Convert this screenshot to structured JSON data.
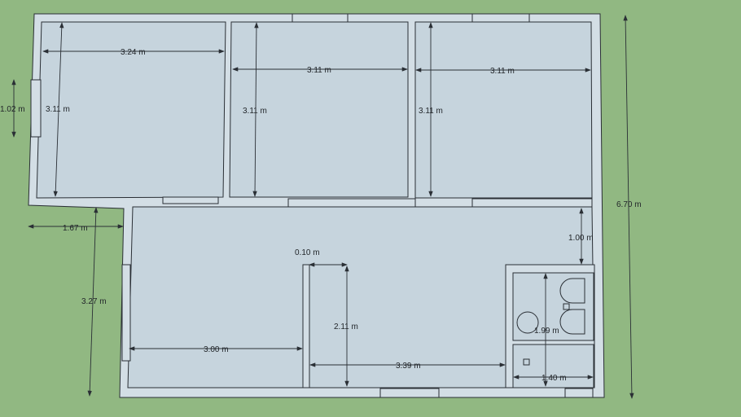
{
  "title": "Apartment floor plan",
  "colors": {
    "ground": "#91b882",
    "floor": "#c6d4dd",
    "wall": "#d3dee5",
    "line": "#2a2f35"
  },
  "dimensions": {
    "room1_width": "3.24 m",
    "room1_depth": "3.11 m",
    "room2_width": "3.11 m",
    "room2_depth": "3.11 m",
    "room3_width": "3.11 m",
    "room3_depth": "3.11 m",
    "window_left": "1.02 m",
    "offset_left": "1.67 m",
    "lower_height": "3.27 m",
    "total_height": "6.70 m",
    "gap_right": "1.00 m",
    "partition_thickness": "0.10 m",
    "partition_length": "2.11 m",
    "living_left_width": "3.00 m",
    "living_right_width": "3.39 m",
    "bath_depth": "1.99 m",
    "bath_width": "1.40 m"
  }
}
